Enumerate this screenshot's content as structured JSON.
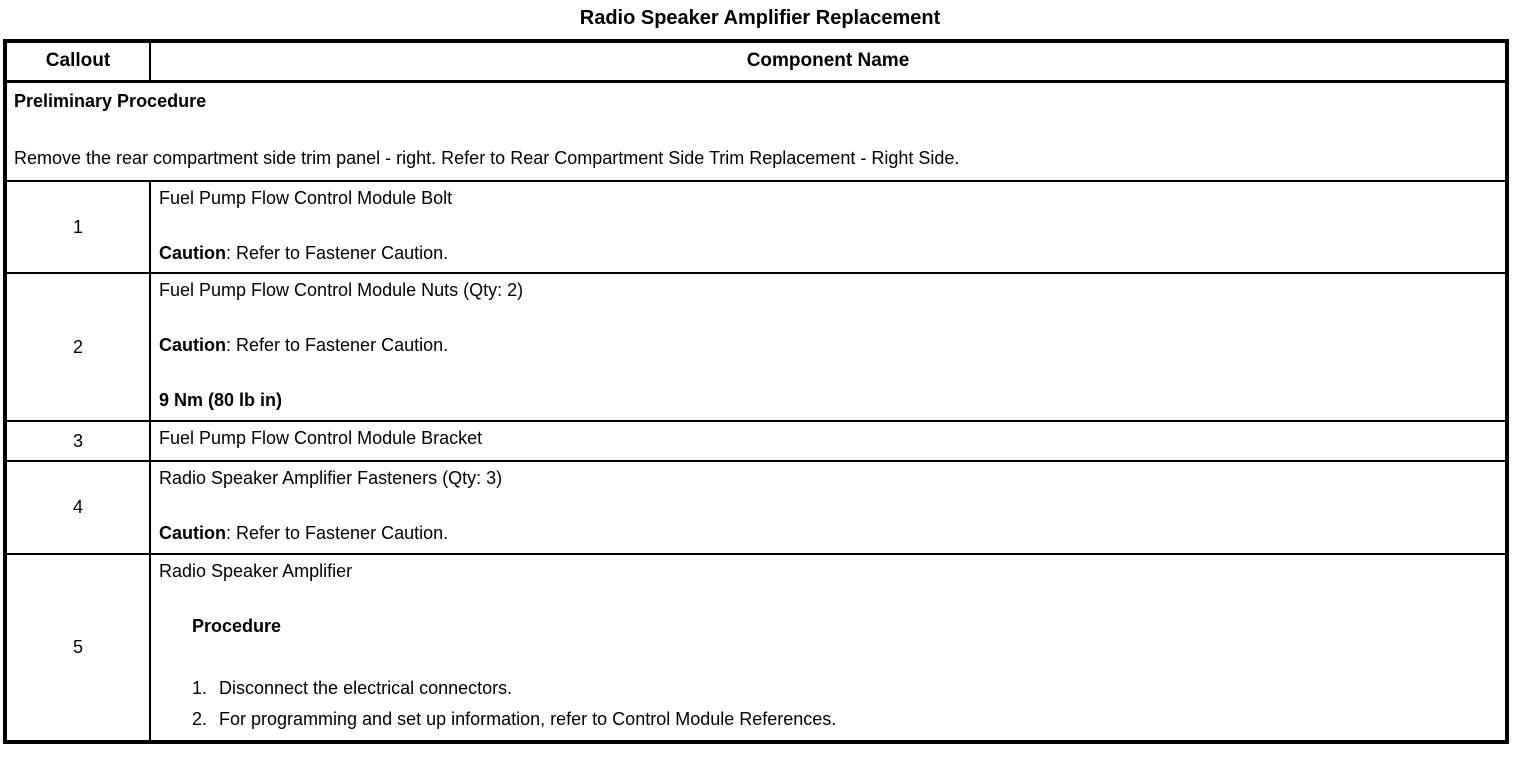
{
  "title": "Radio Speaker Amplifier Replacement",
  "table": {
    "headers": {
      "callout": "Callout",
      "component": "Component Name"
    },
    "preliminary": {
      "heading": "Preliminary Procedure",
      "text": "Remove the rear compartment side trim panel - right. Refer to Rear Compartment Side Trim Replacement - Right Side."
    },
    "rows": [
      {
        "callout": "1",
        "name": "Fuel Pump Flow Control Module Bolt",
        "caution_label": "Caution",
        "caution_text": ": Refer to Fastener Caution."
      },
      {
        "callout": "2",
        "name": "Fuel Pump Flow Control Module Nuts (Qty: 2)",
        "caution_label": "Caution",
        "caution_text": ": Refer to Fastener Caution.",
        "torque": "9 Nm (80 lb in)"
      },
      {
        "callout": "3",
        "name": "Fuel Pump Flow Control Module Bracket"
      },
      {
        "callout": "4",
        "name": "Radio Speaker Amplifier Fasteners (Qty: 3)",
        "caution_label": "Caution",
        "caution_text": ": Refer to Fastener Caution."
      },
      {
        "callout": "5",
        "name": "Radio Speaker Amplifier",
        "procedure_heading": "Procedure",
        "steps": [
          {
            "num": "1.",
            "text": "Disconnect the electrical connectors."
          },
          {
            "num": "2.",
            "text": "For programming and set up information, refer to Control Module References."
          }
        ]
      }
    ]
  }
}
